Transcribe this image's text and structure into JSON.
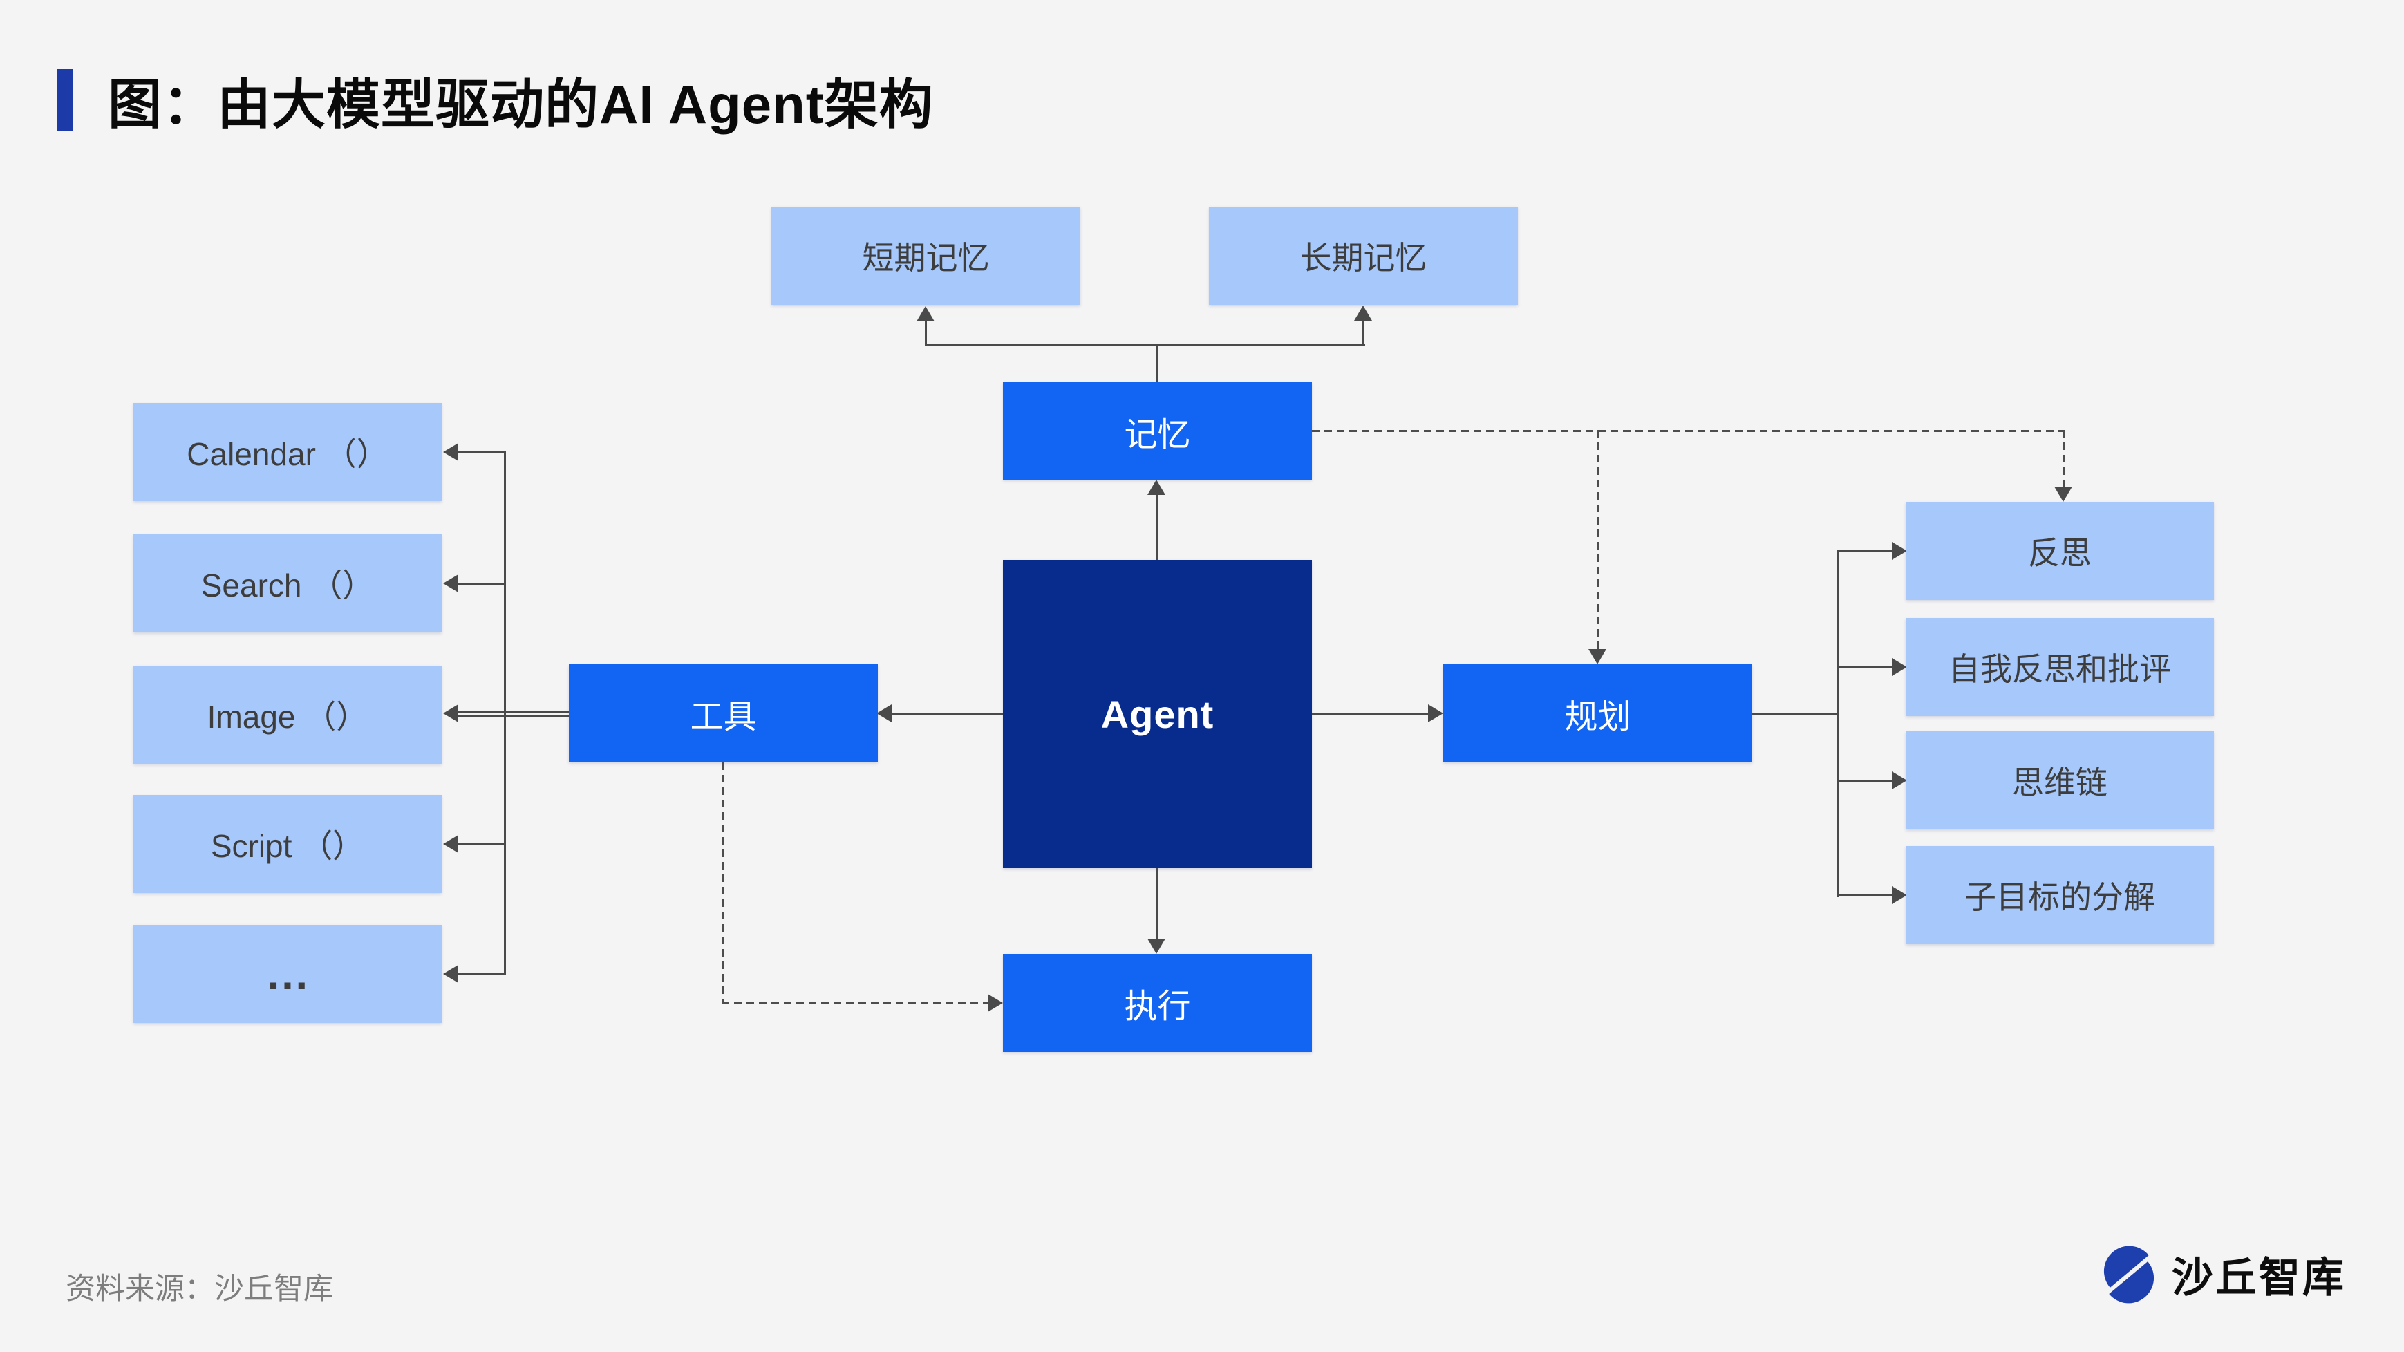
{
  "header": {
    "title": "图：由大模型驱动的AI Agent架构",
    "accent_color": "#1c3aa8"
  },
  "diagram": {
    "nodes": {
      "agent": "Agent",
      "memory": "记忆",
      "short_term_memory": "短期记忆",
      "long_term_memory": "长期记忆",
      "tools": "工具",
      "planning": "规划",
      "action": "执行"
    },
    "tool_items": [
      "Calendar （）",
      "Search （）",
      "Image （）",
      "Script （）",
      "…"
    ],
    "planning_items": [
      "反思",
      "自我反思和批评",
      "思维链",
      "子目标的分解"
    ],
    "colors": {
      "primary_blue": "#1165f2",
      "navy": "#072c8e",
      "light_blue": "#a7c8fa",
      "line": "#4a4a4a",
      "background": "#f4f4f5"
    }
  },
  "footer": {
    "source": "资料来源：沙丘智库",
    "logo_text": "沙丘智库",
    "logo_color": "#1e3fae"
  }
}
